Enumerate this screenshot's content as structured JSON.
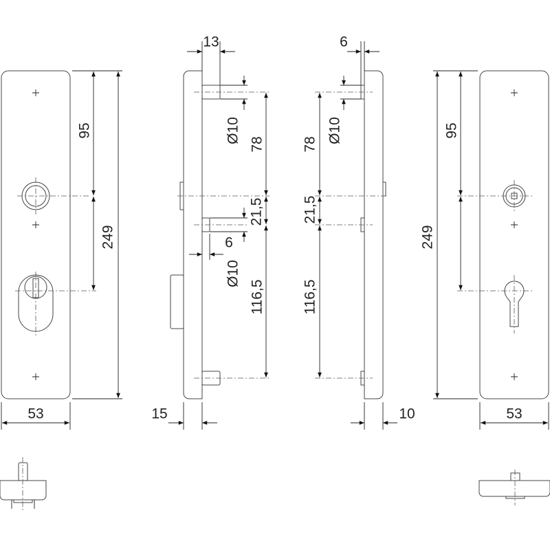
{
  "dimensions": {
    "front_left": {
      "width": "53",
      "top_to_rose": "95",
      "height": "249"
    },
    "side_left": {
      "pin_offset": "13",
      "pin_dia_top": "Ø10",
      "top_spacing": "78",
      "mid_spacing": "21,5",
      "pin_dia_mid": "Ø10",
      "pin_len": "6",
      "bottom_spacing": "116,5",
      "thickness": "15"
    },
    "side_right": {
      "pin_offset": "6",
      "pin_dia_top": "Ø10",
      "top_spacing": "78",
      "mid_spacing": "21,5",
      "bottom_spacing": "116,5",
      "thickness": "10"
    },
    "front_right": {
      "width": "53",
      "top_to_rose": "95",
      "height": "249"
    }
  },
  "colors": {
    "line": "#444444",
    "background": "#ffffff"
  }
}
